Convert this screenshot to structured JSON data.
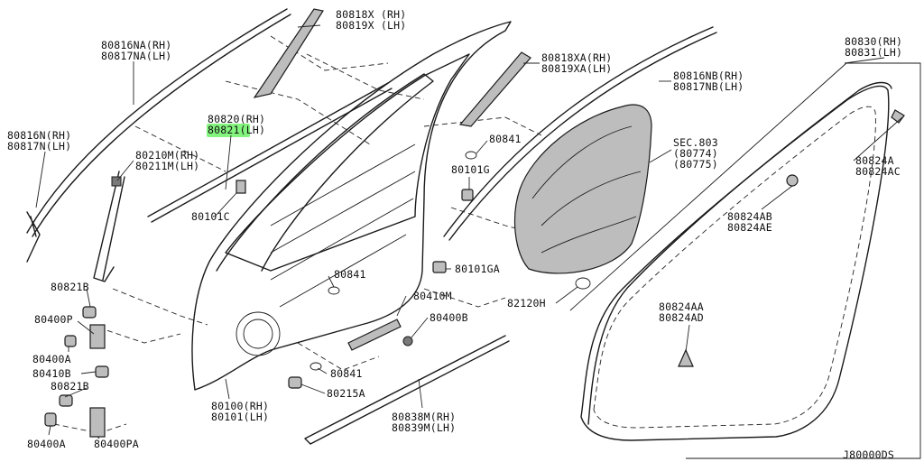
{
  "labels": {
    "l80816na": "80816NA(RH)",
    "l80817na": "80817NA(LH)",
    "l80818x": "80818X (RH)",
    "l80819x": "80819X (LH)",
    "l80818xa": "80818XA(RH)",
    "l80819xa": "80819XA(LH)",
    "l80816nb": "80816NB(RH)",
    "l80817nb": "80817NB(LH)",
    "l80830": "80830(RH)",
    "l80831": "80831(LH)",
    "l80816n": "80816N(RH)",
    "l80817n": "80817N(LH)",
    "l80820": "80820(RH)",
    "l80821": "80821(LH)",
    "l80210m": "80210M(RH)",
    "l80211m": "80211M(LH)",
    "l80841a": "80841",
    "l80101g": "80101G",
    "sec803": "SEC.803",
    "sec80774": "(80774)",
    "sec80775": "(80775)",
    "l80824a": "80824A",
    "l80824ac": "80824AC",
    "l80101c": "80101C",
    "l80824ab": "80824AB",
    "l80824ae": "80824AE",
    "l80841b": "80841",
    "l80101ga": "80101GA",
    "l80821b1": "80821B",
    "l80400p": "80400P",
    "l80410m": "80410M",
    "l82120h": "82120H",
    "l80824aa": "80824AA",
    "l80824ad": "80824AD",
    "l80400b": "80400B",
    "l80400a1": "80400A",
    "l80410b": "80410B",
    "l80841c": "80841",
    "l80821b2": "80821B",
    "l80215a": "80215A",
    "l80100": "80100(RH)",
    "l80101": "80101(LH)",
    "l80400a2": "80400A",
    "l80400pa": "80400PA",
    "l80838m": "80838M(RH)",
    "l80839m": "80839M(LH)",
    "code": "J80000DS"
  },
  "highlight": {
    "part": "80821(LH)",
    "color": "#6df266"
  }
}
